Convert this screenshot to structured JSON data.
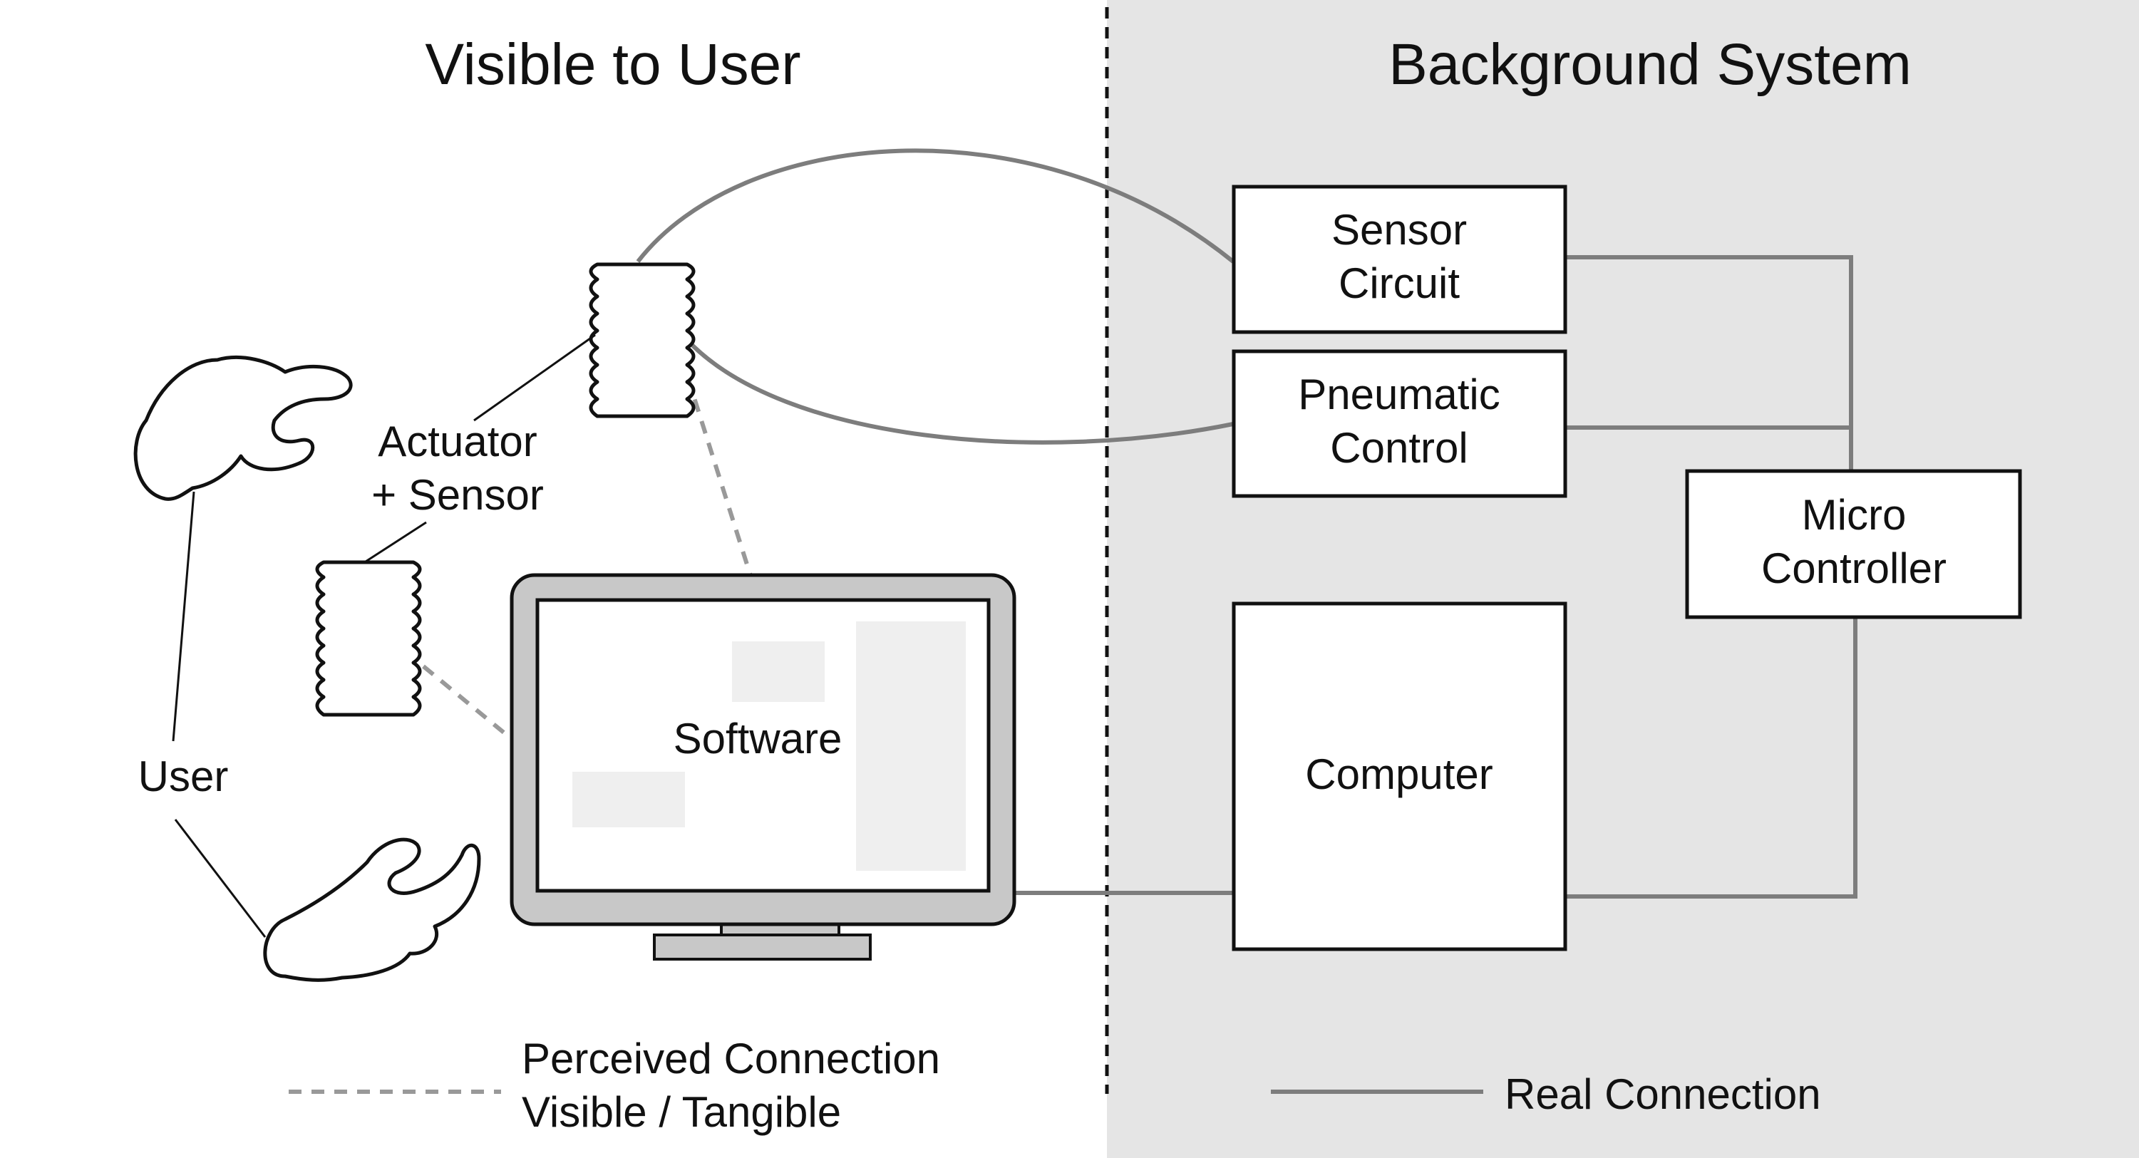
{
  "headings": {
    "left": "Visible to User",
    "right": "Background System"
  },
  "nodes": {
    "sensor_circuit": [
      "Sensor",
      "Circuit"
    ],
    "pneumatic_control": [
      "Pneumatic",
      "Control"
    ],
    "micro_controller": [
      "Micro",
      "Controller"
    ],
    "computer": "Computer",
    "actuator_sensor": [
      "Actuator",
      "+ Sensor"
    ],
    "software": "Software",
    "user": "User"
  },
  "legend": {
    "perceived": [
      "Perceived Connection",
      "Visible / Tangible"
    ],
    "real": "Real Connection"
  },
  "colors": {
    "background_panel": "#e5e5e5",
    "real_connection": "#7d7d7d",
    "perceived_connection": "#999999",
    "monitor_bezel": "#c8c8c8",
    "software_panel": "#efefef"
  }
}
